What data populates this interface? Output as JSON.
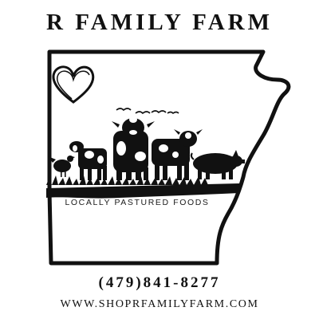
{
  "brand": {
    "title": "R FAMILY FARM",
    "tagline": "LOCALLY PASTURED FOODS",
    "phone": "(479)841-8277",
    "website": "WWW.SHOPRFAMILYFARM.COM"
  },
  "icons": {
    "heart": "heart-icon",
    "birds": "birds-icon",
    "cows": "cow-icon",
    "pig": "pig-icon",
    "chicken": "chicken-icon",
    "state_outline": "arkansas-outline-icon"
  },
  "colors": {
    "ink": "#111111",
    "background": "#ffffff"
  }
}
